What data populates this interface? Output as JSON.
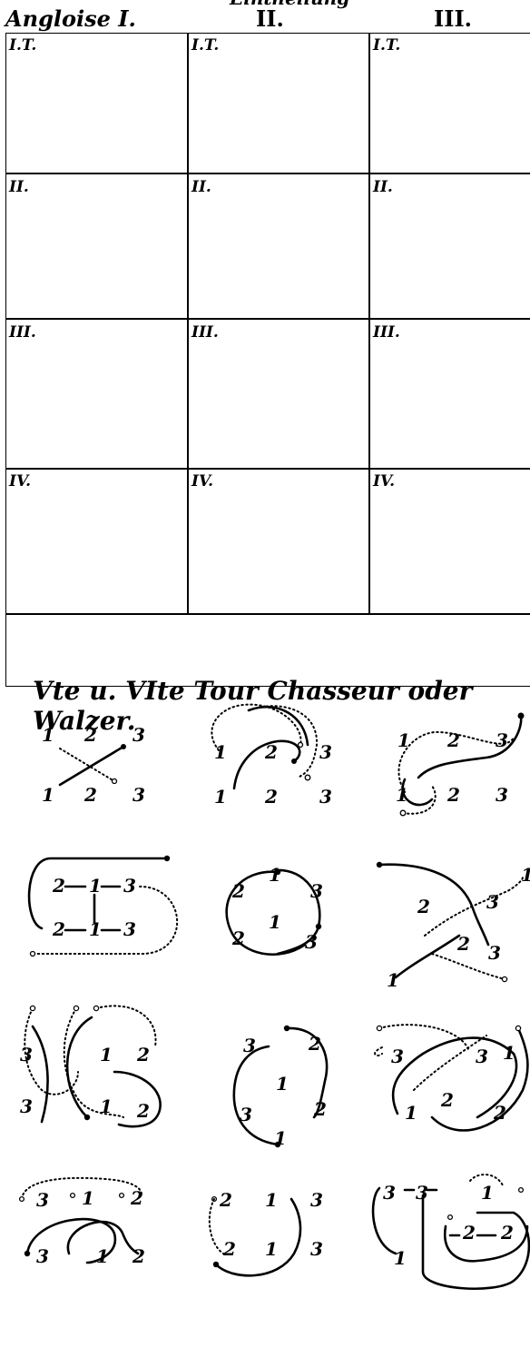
{
  "header": {
    "top_fragment": "Eintheilung",
    "title": "Angloise I.",
    "col2": "II.",
    "col3": "III."
  },
  "rows": [
    "I.T.",
    "II.",
    "III.",
    "IV."
  ],
  "numbers": {
    "one": "1",
    "two": "2",
    "three": "3"
  },
  "footer": {
    "text": "Vte u. VIte Tour Chasseur oder Walzer."
  }
}
